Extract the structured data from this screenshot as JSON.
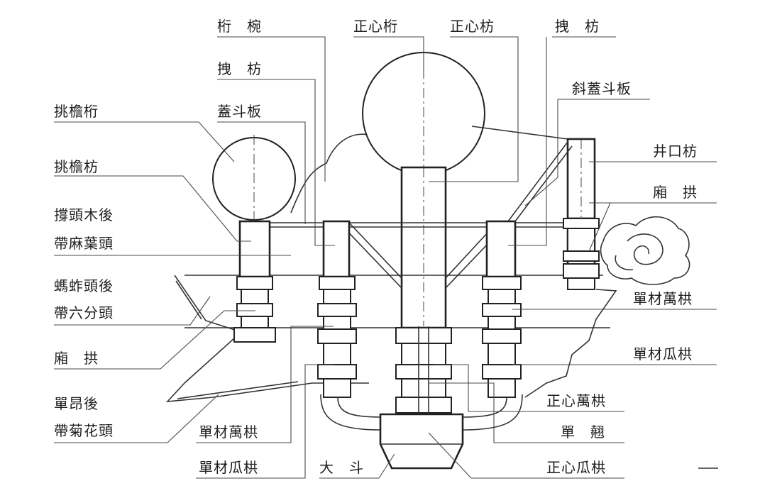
{
  "labels": {
    "heng_wan": "桁　椀",
    "zhengxin_heng": "正心桁",
    "zhengxin_fang": "正心枋",
    "zhuai_fang_top": "拽　枋",
    "zhuai_fang_left": "拽　枋",
    "xie_gaidou_ban": "斜蓋斗板",
    "gaidou_ban": "蓋斗板",
    "tiaoyan_heng": "挑檐桁",
    "tiaoyan_fang": "挑檐枋",
    "jingkou_fang": "井口枋",
    "xiang_gong_right": "廂　拱",
    "chengtoumu_a": "撐頭木後",
    "chengtoumu_b": "帶麻葉頭",
    "mazhatou_a": "螞蚱頭後",
    "mazhatou_b": "帶六分頭",
    "xiang_gong_left": "廂　拱",
    "danang_a": "單昂後",
    "danang_b": "帶菊花頭",
    "dancai_wangong_right": "單材萬栱",
    "dancai_guagong_right": "單材瓜栱",
    "zhengxin_wangong": "正心萬栱",
    "danqiao": "單　翹",
    "zhengxin_guagong": "正心瓜栱",
    "dancai_wangong_bottom": "單材萬栱",
    "dancai_guagong_bottom": "單材瓜栱",
    "dadou": "大　斗"
  }
}
